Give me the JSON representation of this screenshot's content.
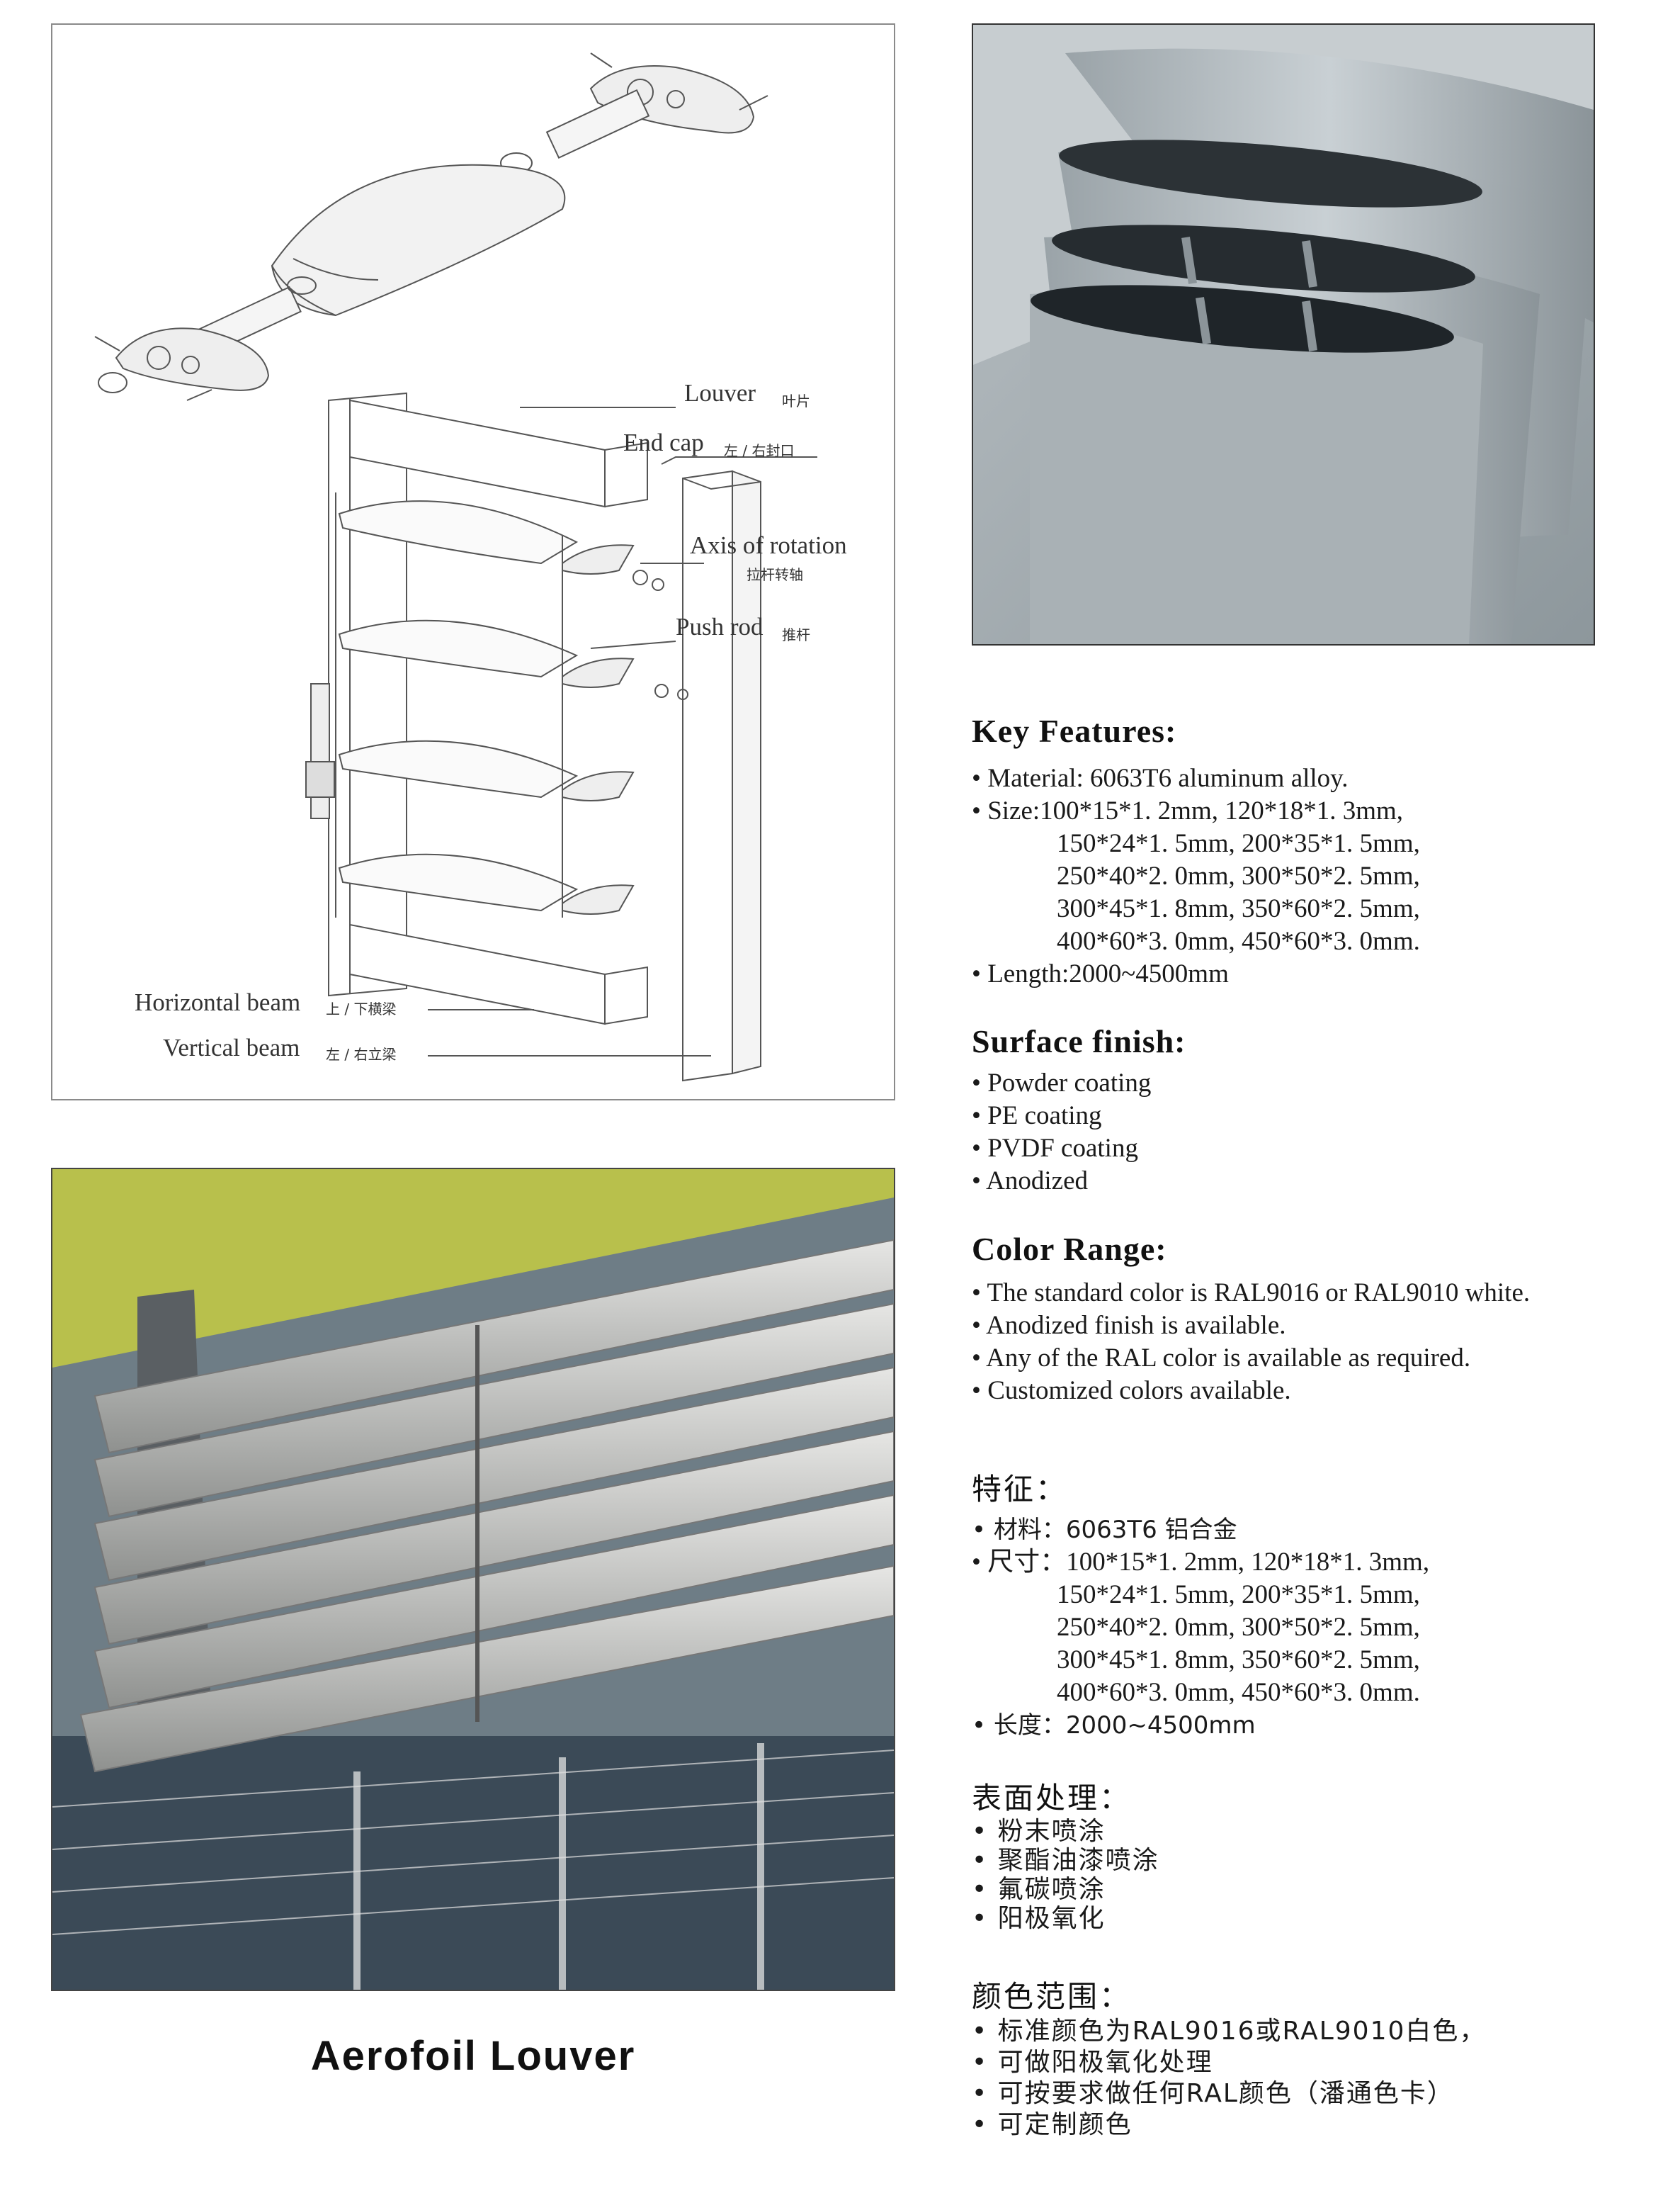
{
  "diagram": {
    "labels": [
      {
        "en": "Louver",
        "cn": "叶片"
      },
      {
        "en": "End cap",
        "cn": "左 / 右封口"
      },
      {
        "en": "Axis of rotation",
        "cn": "拉杆转轴"
      },
      {
        "en": "Push rod",
        "cn": "推杆"
      },
      {
        "en": "Horizontal beam",
        "cn": "上 / 下横梁"
      },
      {
        "en": "Vertical beam",
        "cn": "左 / 右立梁"
      }
    ]
  },
  "caption": "Aerofoil Louver",
  "key_features": {
    "title": "Key Features:",
    "material": "• Material: 6063T6  aluminum alloy.",
    "size_lines": [
      "• Size:100*15*1. 2mm, 120*18*1. 3mm,",
      "150*24*1. 5mm, 200*35*1. 5mm,",
      "250*40*2. 0mm, 300*50*2. 5mm,",
      "300*45*1. 8mm, 350*60*2. 5mm,",
      "400*60*3. 0mm, 450*60*3. 0mm."
    ],
    "length": "• Length:2000~4500mm"
  },
  "surface_finish": {
    "title": "Surface finish:",
    "items": [
      "• Powder coating",
      "• PE coating",
      "• PVDF coating",
      "• Anodized"
    ]
  },
  "color_range": {
    "title": "Color Range:",
    "items": [
      "• The standard color is RAL9016  or RAL9010 white.",
      "•  Anodized finish is available.",
      "• Any of the RAL color is available as required.",
      "• Customized colors available."
    ]
  },
  "cn_features": {
    "title": "特征：",
    "material": "•  材料：6063T6 铝合金",
    "size_lines": [
      "•  尺寸：100*15*1. 2mm, 120*18*1. 3mm,",
      "150*24*1. 5mm, 200*35*1. 5mm,",
      "250*40*2. 0mm, 300*50*2. 5mm,",
      "300*45*1. 8mm, 350*60*2. 5mm,",
      "400*60*3. 0mm, 450*60*3. 0mm."
    ],
    "length": "•  长度：2000~4500mm"
  },
  "cn_surface": {
    "title": "表面处理：",
    "items": [
      "•  粉末喷涂",
      "•  聚酯油漆喷涂",
      "•  氟碳喷涂",
      "•  阳极氧化"
    ]
  },
  "cn_color": {
    "title": "颜色范围：",
    "items": [
      "•  标准颜色为RAL9016或RAL9010白色，",
      "•  可做阳极氧化处理",
      "•  可按要求做任何RAL颜色（潘通色卡）",
      "•  可定制颜色"
    ]
  }
}
